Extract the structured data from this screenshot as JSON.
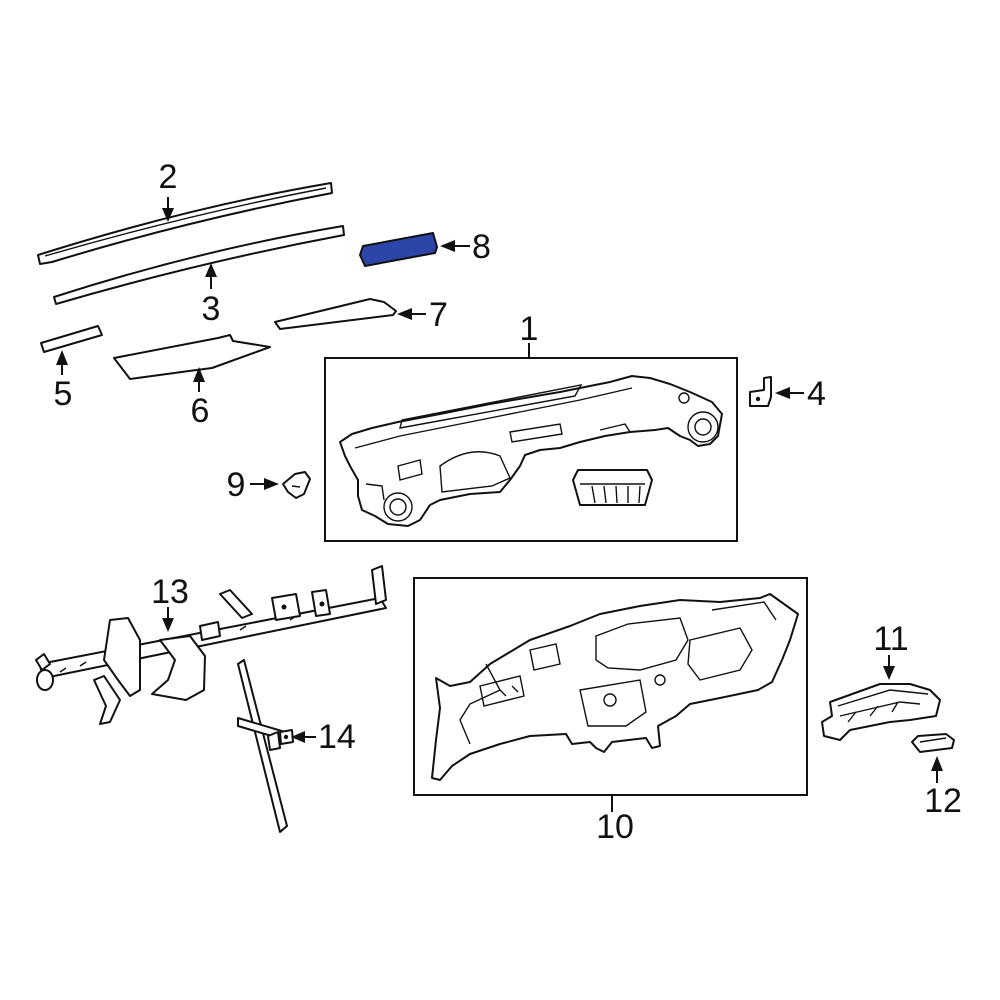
{
  "diagram": {
    "accent_color": "#2b46a8",
    "callouts": [
      {
        "id": "1",
        "text": "1"
      },
      {
        "id": "2",
        "text": "2"
      },
      {
        "id": "3",
        "text": "3"
      },
      {
        "id": "4",
        "text": "4"
      },
      {
        "id": "5",
        "text": "5"
      },
      {
        "id": "6",
        "text": "6"
      },
      {
        "id": "7",
        "text": "7"
      },
      {
        "id": "8",
        "text": "8",
        "highlighted": true
      },
      {
        "id": "9",
        "text": "9"
      },
      {
        "id": "10",
        "text": "10"
      },
      {
        "id": "11",
        "text": "11"
      },
      {
        "id": "12",
        "text": "12"
      },
      {
        "id": "13",
        "text": "13"
      },
      {
        "id": "14",
        "text": "14"
      }
    ]
  }
}
